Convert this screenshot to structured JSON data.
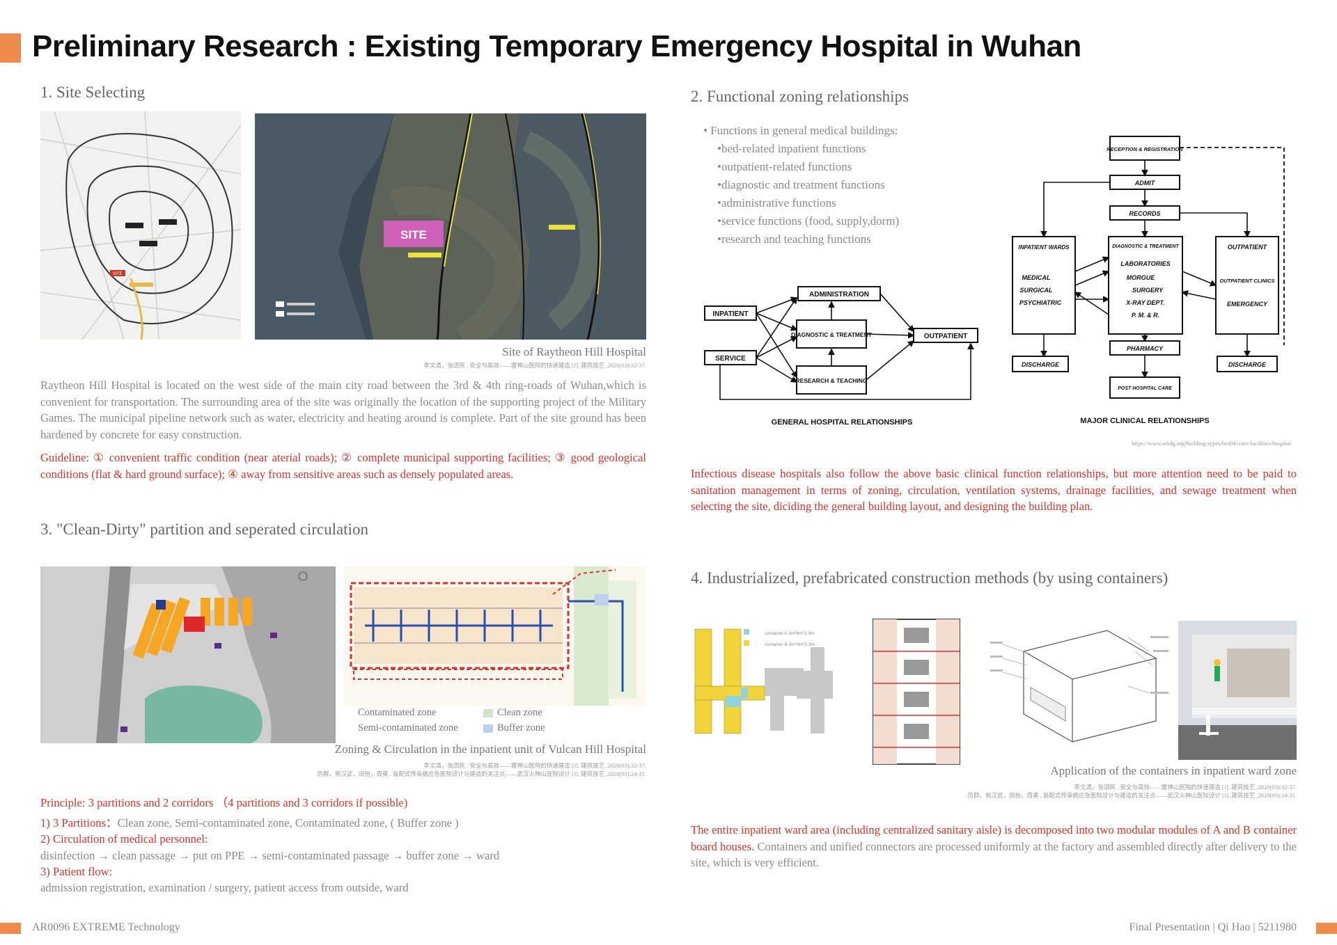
{
  "header": {
    "title": "Preliminary Research : Existing Temporary Emergency Hospital in Wuhan",
    "accent_color": "#f08a4b"
  },
  "section1": {
    "heading": "1. Site Selecting",
    "map_labels": {
      "site_tag": "SITE",
      "satellite_site": "SITE"
    },
    "caption": "Site of Raytheon Hill Hospital",
    "citation": "李文清，张颂民 . 安全与高效——雷神山医院的快速建造 [J]. 建筑技艺 ,2020(03):32-37.",
    "description": "Raytheon Hill Hospital is located on the west side of the main city road between the 3rd & 4th ring-roads of Wuhan,which is convenient for transportation. The surrounding area of the site was originally the location of the supporting project of the Military Games. The municipal pipeline network such as water, electricity and heating around is complete. Part of the site ground has been hardened by concrete for easy construction.",
    "guideline": "Guideline: ① convenient traffic condition (near aterial roads); ② complete municipal supporting facilities; ③ good geological conditions (flat & hard ground surface); ④ away from sensitive areas such as densely populated areas."
  },
  "section2": {
    "heading": "2. Functional zoning relationships",
    "list_title": "Functions in general medical buildings:",
    "items": [
      "bed-related inpatient functions",
      "outpatient-related functions",
      "diagnostic and treatment functions",
      "administrative functions",
      "service functions (food, supply,dorm)",
      "research and teaching functions"
    ],
    "general_diagram": {
      "boxes": {
        "administration": "ADMINISTRATION",
        "inpatient": "INPATIENT",
        "service": "SERVICE",
        "diagnostic": "DIAGNOSTIC & TREATMENT",
        "research": "RESEARCH & TEACHING",
        "outpatient": "OUTPATIENT"
      },
      "caption": "GENERAL HOSPITAL RELATIONSHIPS"
    },
    "clinical_diagram": {
      "boxes": {
        "reception": "RECEPTION & REGISTRATION",
        "admit": "ADMIT",
        "records": "RECORDS",
        "inpatient_wards": "INPATIENT WARDS",
        "medical": "MEDICAL",
        "surgical": "SURGICAL",
        "psychiatric": "PSYCHIATRIC",
        "diag_treat": "DIAGNOSTIC & TREATMENT",
        "laboratories": "LABORATORIES",
        "morgue": "MORGUE",
        "surgery": "SURGERY",
        "xray": "X-RAY DEPT.",
        "pmr": "P. M. & R.",
        "outpatient": "OUTPATIENT",
        "outpatient_clinics": "OUTPATIENT CLINICS",
        "emergency": "EMERGENCY",
        "pharmacy": "PHARMACY",
        "discharge_left": "DISCHARGE",
        "discharge_right": "DISCHARGE",
        "post_care": "POST HOSPITAL CARE"
      },
      "caption": "MAJOR CLINICAL RELATIONSHIPS"
    },
    "source_url": "https://www.wbdg.org/building-types/health-care-facilities/hospital",
    "note": "Infectious disease hospitals also follow the above basic clinical function relationships, but more attention need to be paid to sanitation management in terms of zoning, circulation, ventilation systems, drainage facilities, and sewage treatment when selecting the site, diciding the general building layout, and designing the building plan."
  },
  "section3": {
    "heading": "3. \"Clean-Dirty\" partition and seperated circulation",
    "legend": [
      {
        "label": "Contaminated zone",
        "color": "#e06a6a"
      },
      {
        "label": "Clean zone",
        "color": "#cfe6c5"
      },
      {
        "label": "Semi-contaminated zone",
        "color": "#f2d9b0"
      },
      {
        "label": "Buffer zone",
        "color": "#bcd0ee"
      }
    ],
    "caption": "Zoning & Circulation in the inpatient unit of Vulcan Hill Hospital",
    "citations": [
      "李文清，张颂民 . 安全与高效——雷神山医院的快速建造 [J]. 建筑技艺 ,2020(03):32-37.",
      "历群，熊汉武，田怡，周勇 . 装配式传染病应急医院设计与建造的关注点——武汉火神山医院设计 [J]. 建筑技艺 ,2020(03):24-31."
    ],
    "principle": "Principle: 3 partitions and 2 corridors （4 partitions and 3 corridors if possible)",
    "p1_label": "1) 3 Partitions：",
    "p1_text": "Clean zone, Semi-contaminated zone, Contaminated zone, ( Buffer zone )",
    "p2_label": "2) Circulation of medical personnel:",
    "p2_text": "disinfection → clean passage → put on PPE → semi-contaminated passage → buffer zone → ward",
    "p3_label": "3) Patient flow:",
    "p3_text": "admission registration, examination / surgery, patient access from outside, ward"
  },
  "section4": {
    "heading": "4. Industrialized, prefabricated construction methods (by using containers)",
    "container_labels": [
      "container A 3m*6m*2.9m",
      "container B 3m*6m*2.9m"
    ],
    "caption": "Application of the containers in inpatient ward zone",
    "citations": [
      "李文清，张颂民 . 安全与高效——雷神山医院的快速建造 [J]. 建筑技艺 ,2020(03):32-37.",
      "历群，熊汉武，田怡，周勇 . 装配式传染病应急医院设计与建造的关注点——武汉火神山医院设计 [J]. 建筑技艺 ,2020(03):24-31."
    ],
    "note_red": "The entire inpatient ward area (including centralized sanitary aisle) is decomposed into two modular modules of A and B container board houses.",
    "note_gray": " Containers and unified connectors are processed uniformly at the factory and assembled directly after delivery to the site, which is very efficient."
  },
  "footer": {
    "left": "AR0096 EXTREME Technology",
    "right": "Final Presentation | Qi Hao | 5211980"
  }
}
